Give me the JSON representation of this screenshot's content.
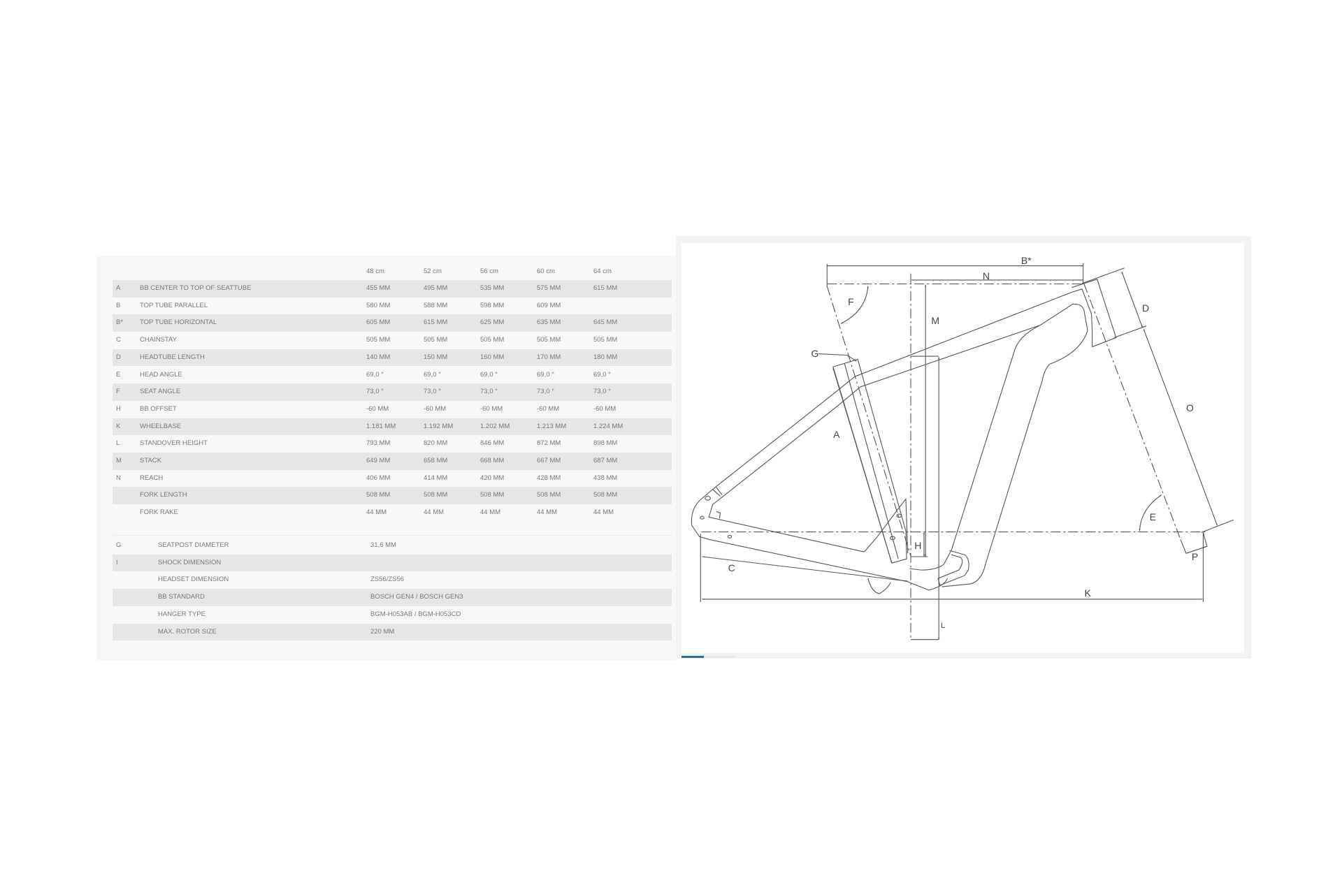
{
  "geometry_table": {
    "sizes": [
      "48 cm",
      "52 cm",
      "56 cm",
      "60 cm",
      "64 cm"
    ],
    "rows": [
      {
        "code": "A",
        "label": "BB CENTER TO TOP OF SEATTUBE",
        "values": [
          "455 MM",
          "495 MM",
          "535 MM",
          "575 MM",
          "615 MM"
        ]
      },
      {
        "code": "B",
        "label": "TOP TUBE PARALLEL",
        "values": [
          "580 MM",
          "588 MM",
          "598 MM",
          "609 MM",
          ""
        ]
      },
      {
        "code": "B*",
        "label": "TOP TUBE HORIZONTAL",
        "values": [
          "605 MM",
          "615 MM",
          "625 MM",
          "635 MM",
          "645 MM"
        ]
      },
      {
        "code": "C",
        "label": "CHAINSTAY",
        "values": [
          "505 MM",
          "505 MM",
          "505 MM",
          "505 MM",
          "505 MM"
        ]
      },
      {
        "code": "D",
        "label": "HEADTUBE LENGTH",
        "values": [
          "140 MM",
          "150 MM",
          "160 MM",
          "170 MM",
          "180 MM"
        ]
      },
      {
        "code": "E",
        "label": "HEAD ANGLE",
        "values": [
          "69,0 °",
          "69,0 °",
          "69,0 °",
          "69,0 °",
          "69,0 °"
        ]
      },
      {
        "code": "F",
        "label": "SEAT ANGLE",
        "values": [
          "73,0 °",
          "73,0 °",
          "73,0 °",
          "73,0 °",
          "73,0 °"
        ]
      },
      {
        "code": "H",
        "label": "BB OFFSET",
        "values": [
          "-60 MM",
          "-60 MM",
          "-60 MM",
          "-60 MM",
          "-60 MM"
        ]
      },
      {
        "code": "K",
        "label": "WHEELBASE",
        "values": [
          "1.181 MM",
          "1.192 MM",
          "1.202 MM",
          "1.213 MM",
          "1.224 MM"
        ]
      },
      {
        "code": "L",
        "label": "STANDOVER HEIGHT",
        "values": [
          "793 MM",
          "820 MM",
          "846 MM",
          "872 MM",
          "898 MM"
        ]
      },
      {
        "code": "M",
        "label": "STACK",
        "values": [
          "649 MM",
          "658 MM",
          "668 MM",
          "667 MM",
          "687 MM"
        ]
      },
      {
        "code": "N",
        "label": "REACH",
        "values": [
          "406 MM",
          "414 MM",
          "420 MM",
          "428 MM",
          "438 MM"
        ]
      },
      {
        "code": "",
        "label": "FORK LENGTH",
        "values": [
          "508 MM",
          "508 MM",
          "508 MM",
          "508 MM",
          "508 MM"
        ]
      },
      {
        "code": "",
        "label": "FORK RAKE",
        "values": [
          "44 MM",
          "44 MM",
          "44 MM",
          "44 MM",
          "44 MM"
        ]
      }
    ]
  },
  "spec_table": {
    "rows": [
      {
        "code": "G",
        "label": "SEATPOST DIAMETER",
        "value": "31,6 MM"
      },
      {
        "code": "I",
        "label": "SHOCK DIMENSION",
        "value": ""
      },
      {
        "code": "",
        "label": "HEADSET DIMENSION",
        "value": "ZS56/ZS56"
      },
      {
        "code": "",
        "label": "BB STANDARD",
        "value": "BOSCH GEN4 / BOSCH GEN3"
      },
      {
        "code": "",
        "label": "HANGER TYPE",
        "value": "BGM-H053AB / BGM-H053CD"
      },
      {
        "code": "",
        "label": "MAX. ROTOR SIZE",
        "value": "220 MM"
      }
    ]
  },
  "diagram": {
    "labels": {
      "Bstar": "B*",
      "N": "N",
      "F": "F",
      "M": "M",
      "D": "D",
      "G": "G",
      "A": "A",
      "O": "O",
      "E": "E",
      "H": "H",
      "P": "P",
      "C": "C",
      "K": "K",
      "L": "L"
    }
  },
  "colors": {
    "stripe": "#e6e6e6",
    "panel": "#f7f7f7",
    "line": "#555555",
    "tab_accent": "#2a6f9b"
  }
}
